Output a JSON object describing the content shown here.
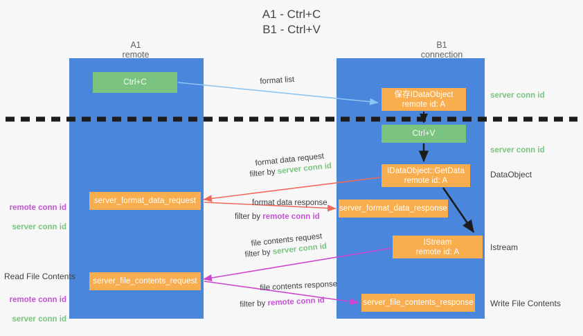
{
  "title": "A1 - Ctrl+C\nB1 - Ctrl+V",
  "columns": {
    "left": "A1\nremote",
    "right": "B1\nconnection"
  },
  "boxes": {
    "ctrl_c": "Ctrl+C",
    "idataobject": "保存IDataObject\nremote id: A",
    "ctrl_v": "Ctrl+V",
    "getdata": "IDataObject::GetData\nremote id: A",
    "istream": "IStream\nremote id: A",
    "server_format_data_request": "server_format_data_request",
    "server_format_data_response": "server_format_data_response",
    "server_file_contents_request": "server_file_contents_request",
    "server_file_contents_response": "server_file_contents_response"
  },
  "right_notes": {
    "server_conn_id_top": "server conn id",
    "server_conn_id_mid": "server conn id",
    "dataobject": "DataObject",
    "istream": "Istream",
    "write_file_contents": "Write File Contents"
  },
  "left_notes": {
    "remote_conn_id_1": "remote conn id",
    "server_conn_id_1": "server conn id",
    "read_file_contents": "Read File Contents",
    "remote_conn_id_2": "remote conn id",
    "server_conn_id_2": "server conn id"
  },
  "arrow_labels": {
    "format_list": "format list",
    "format_data_request": "format data request",
    "filter_by": "filter by ",
    "server_conn_id": "server conn id",
    "remote_conn_id": "remote conn id",
    "format_data_response": "format data response",
    "file_contents_request": "file contents request",
    "file_contents_response": "file contents response"
  },
  "colors": {
    "lane": "#4a86db",
    "green_box": "#7ac47f",
    "orange_box": "#f8ad4e",
    "server_conn_id": "#79c47e",
    "remote_conn_id": "#c554d4",
    "arrow_format_list": "#8ec5f0",
    "arrow_red": "#ef6a5a",
    "arrow_magenta": "#cc45cc",
    "arrow_dark": "#1c1c1c",
    "divider": "#1c1c1c",
    "background": "#f7f7f7"
  }
}
